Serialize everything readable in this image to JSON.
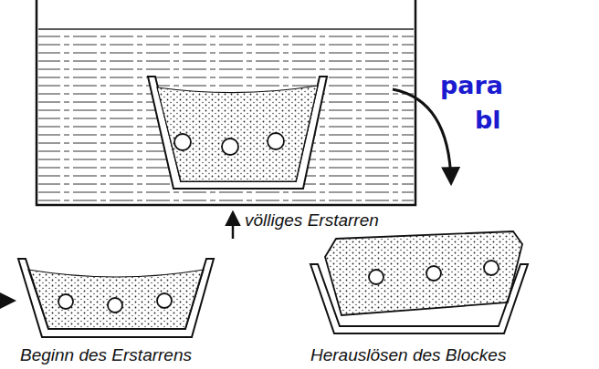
{
  "diagram": {
    "labels": [
      "völliges Erstarren",
      "Beginn des Erstarrens",
      "Herauslösen des Blockes",
      "para",
      "bl"
    ]
  }
}
